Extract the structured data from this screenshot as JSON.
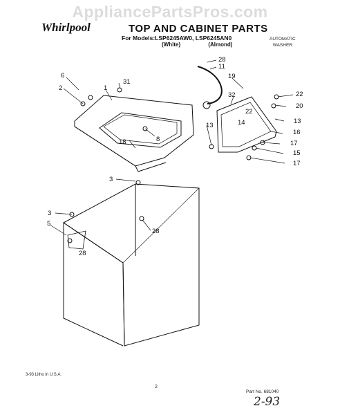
{
  "watermark": "AppliancePartsPros.com",
  "brand_logo": "Whirlpool",
  "title": "TOP AND CABINET PARTS",
  "models_line": "For Models:LSP6245AW0, LSP6245AN0",
  "variant_white": "(White)",
  "variant_almond": "(Almond)",
  "appliance_type": [
    "AUTOMATIC",
    "WASHER"
  ],
  "footer_printed": "3-93 Litho in U.S.A.",
  "page_number": "2",
  "part_number": "Part No. 681040",
  "handwritten_note": "2-93",
  "callouts": [
    "6",
    "2",
    "1",
    "31",
    "28",
    "11",
    "19",
    "32",
    "22",
    "22",
    "20",
    "13",
    "13",
    "14",
    "16",
    "17",
    "15",
    "17",
    "18",
    "8",
    "3",
    "3",
    "5",
    "28",
    "28"
  ]
}
